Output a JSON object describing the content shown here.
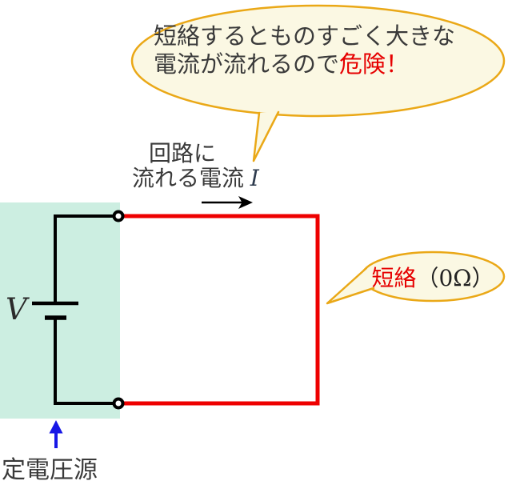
{
  "diagram": {
    "top_bubble": {
      "line1": "短絡するとものすごく大きな",
      "line2_prefix": "電流が流れるので",
      "line2_danger": "危険！"
    },
    "current_label": {
      "line1": "回路に",
      "line2_prefix": "流れる電流 ",
      "symbol": "I"
    },
    "voltage_source": {
      "symbol": "V",
      "label": "定電圧源"
    },
    "short_bubble": {
      "term": "短絡",
      "value": "（0Ω）"
    }
  },
  "colors": {
    "bubble_fill": "#fbf8e3",
    "bubble_border": "#eaa817",
    "source_area": "#cceee1",
    "wire_short": "#ee0000",
    "wire_black": "#000000",
    "text": "#3a3a3a",
    "danger": "#e60000",
    "pointer_blue": "#1717e6"
  }
}
